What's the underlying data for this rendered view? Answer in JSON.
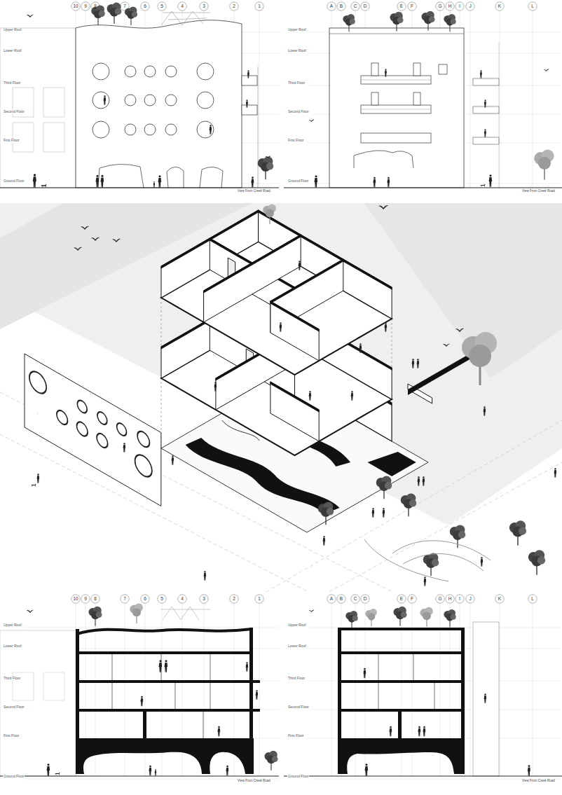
{
  "diagram": {
    "labels": [
      "10",
      "9",
      "8",
      "7",
      "6",
      "5",
      "4",
      "3",
      "2",
      "1",
      "Upper Roof",
      "Lower Roof",
      "Third Floor",
      "Second Floor",
      "First Floor",
      "Ground Floor",
      "View From Creek Road",
      "A",
      "B",
      "C",
      "D",
      "E",
      "F",
      "G",
      "H",
      "I",
      "J",
      "K",
      "L",
      "Upper Roof",
      "Lower Roof",
      "Third Floor",
      "Second Floor",
      "First Floor",
      "Ground Floor",
      "View From Creek Road",
      "10",
      "9",
      "8",
      "7",
      "6",
      "5",
      "4",
      "3",
      "2",
      "1",
      "Upper Roof",
      "Lower Roof",
      "Third Floor",
      "Second Floor",
      "First Floor",
      "Ground Floor",
      "View From Creek Road",
      "A",
      "B",
      "C",
      "D",
      "E",
      "F",
      "G",
      "H",
      "I",
      "J",
      "K",
      "L",
      "Upper Roof",
      "Lower Roof",
      "Third Floor",
      "Second Floor",
      "First Floor",
      "Ground Floor",
      "View From Creek Road"
    ]
  }
}
